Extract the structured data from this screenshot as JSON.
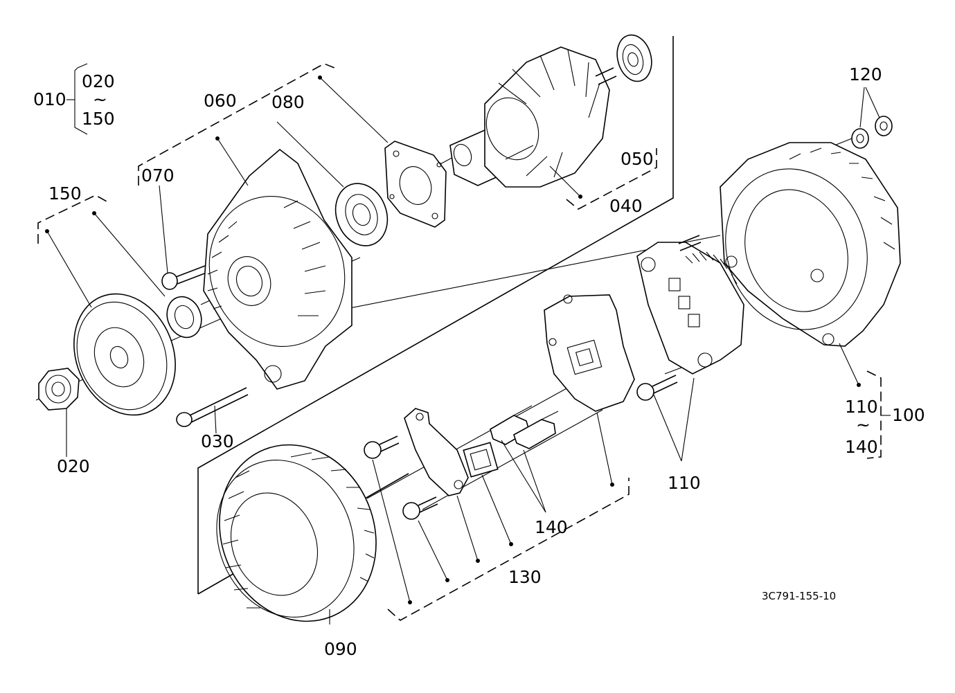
{
  "labels": {
    "p010": "010",
    "p020_range_start": "020",
    "p020_range_tilde": "~",
    "p020_range_end": "150",
    "p060": "060",
    "p080": "080",
    "p070": "070",
    "p150": "150",
    "p020": "020",
    "p030": "030",
    "p090": "090",
    "p130": "130",
    "p140": "140",
    "p110": "110",
    "p110_range_start": "110",
    "p110_range_tilde": "~",
    "p110_range_end": "140",
    "p100": "100",
    "p120": "120",
    "p050": "050",
    "p040": "040"
  },
  "drawing_ref": "3C791-155-10"
}
